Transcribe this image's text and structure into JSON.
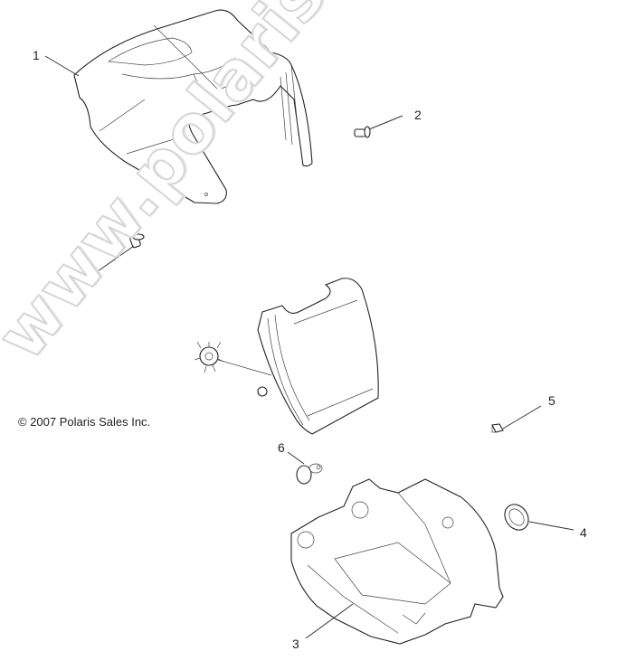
{
  "diagram": {
    "copyright": "© 2007 Polaris Sales Inc.",
    "watermark": "www.polarisersatzteile.de",
    "callouts": [
      {
        "id": "1",
        "label": "1",
        "part": "upper headlight pod cover"
      },
      {
        "id": "2a",
        "label": "2",
        "part": "push rivet (right)"
      },
      {
        "id": "2b",
        "label": "2",
        "part": "push rivet (left)"
      },
      {
        "id": "3",
        "label": "3",
        "part": "lower headlight pod housing"
      },
      {
        "id": "4",
        "label": "4",
        "part": "grommet ring"
      },
      {
        "id": "5",
        "label": "5",
        "part": "clip nut"
      },
      {
        "id": "6",
        "label": "6",
        "part": "indicator plug"
      }
    ],
    "colors": {
      "background": "#ffffff",
      "linework": "#222222",
      "watermark_outline": "#d6d6d6"
    }
  }
}
